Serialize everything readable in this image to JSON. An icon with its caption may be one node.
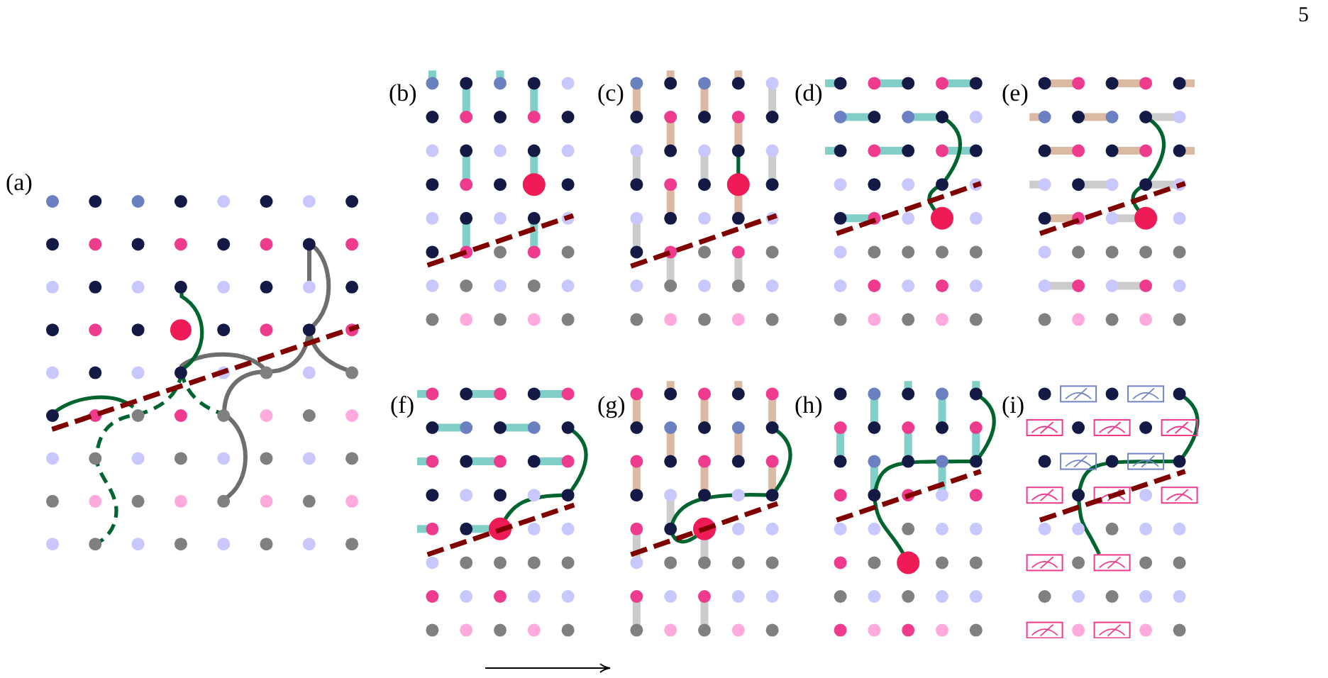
{
  "diagram": {
    "labels": [
      "5",
      "(b)",
      "(c)",
      "(d)",
      "(e)",
      "(a)",
      "(f)",
      "(g)",
      "(h)",
      "(i)"
    ]
  }
}
